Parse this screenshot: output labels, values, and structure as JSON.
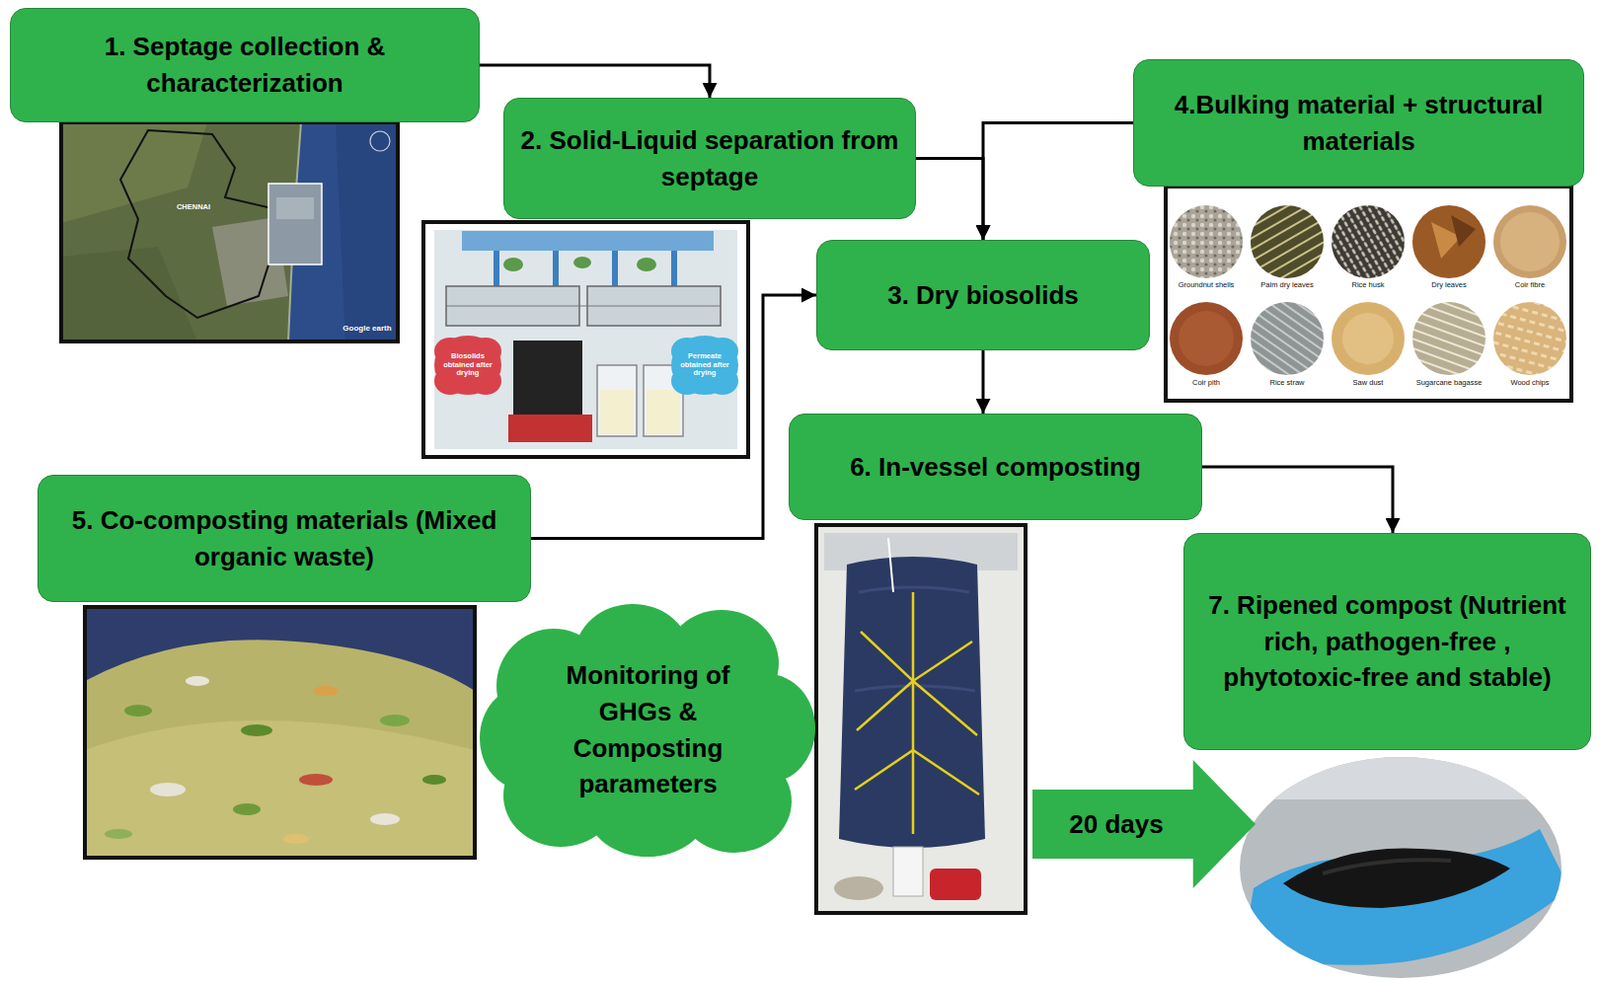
{
  "diagram": {
    "nodes": [
      {
        "text": [
          "1. Septage collection & characterization"
        ]
      },
      {
        "text": [
          "2. Solid-Liquid separation from septage"
        ]
      },
      {
        "text": [
          "3. Dry biosolids"
        ]
      },
      {
        "text": [
          "4.Bulking material + structural materials"
        ]
      },
      {
        "text": [
          "5. Co-composting materials (Mixed organic waste)"
        ]
      },
      {
        "text": [
          "6. In-vessel composting"
        ]
      },
      {
        "text": [
          "7. Ripened compost (Nutrient rich, pathogen-free , phytotoxic-free and stable)"
        ]
      },
      {
        "text": [
          "Biosolids obtained after drying"
        ]
      },
      {
        "text": [
          "Permeate obtained after drying"
        ]
      },
      {
        "text": [
          "Monitoring of GHGs & Composting parameters"
        ]
      },
      {
        "text": [
          "20 days"
        ]
      }
    ],
    "edges": [
      {
        "from": 0,
        "to": 1,
        "arrow": "to"
      },
      {
        "from": 1,
        "to": 2,
        "arrow": "to"
      },
      {
        "from": 3,
        "to": 2,
        "arrow": "to"
      },
      {
        "from": 4,
        "to": 2,
        "arrow": "to"
      },
      {
        "from": 2,
        "to": 5,
        "arrow": "to"
      },
      {
        "from": 5,
        "to": 6,
        "arrow": "to"
      }
    ],
    "labels": [
      "CHENNAI",
      "Google earth",
      "Groundnut shells",
      "Palm dry leaves",
      "Rice husk",
      "Dry leaves",
      "Coir fibre",
      "Coir pith",
      "Rice straw",
      "Saw dust",
      "Sugarcane bagasse",
      "Wood chips"
    ]
  }
}
